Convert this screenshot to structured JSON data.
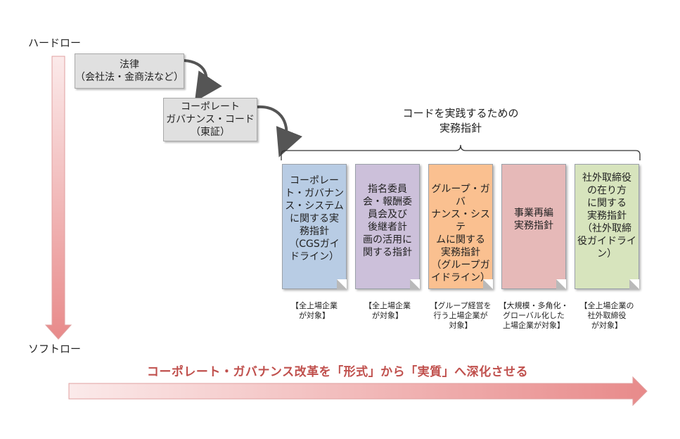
{
  "axis": {
    "top_label": "ハードロー",
    "bottom_label": "ソフトロー"
  },
  "hard_boxes": [
    {
      "lines": [
        "法律",
        "（会社法・金商法など）"
      ]
    },
    {
      "lines": [
        "コーポレート",
        "ガバナンス・コード",
        "（東証）"
      ]
    }
  ],
  "group": {
    "title_lines": [
      "コードを実践するための",
      "実務指針"
    ]
  },
  "cards": [
    {
      "lines": [
        "コーポレー",
        "ト・ガバナン",
        "ス・システム",
        "に関する実",
        "務指針",
        "（CGSガイ",
        "ドライン）"
      ],
      "color": "#b8cce4",
      "note_lines": [
        "【全上場企業",
        "が対象】"
      ]
    },
    {
      "lines": [
        "指名委員",
        "会・報酬委",
        "員会及び",
        "後継者計",
        "画の活用に",
        "関する指針"
      ],
      "color": "#ccc0da",
      "note_lines": [
        "【全上場企業",
        "が対象】"
      ]
    },
    {
      "lines": [
        "グループ・ガバ",
        "ナンス・システ",
        "ムに関する",
        "実務指針",
        "（グループガ",
        "イドライン）"
      ],
      "color": "#fac090",
      "note_lines": [
        "【グループ経営を",
        "行う上場企業が",
        "対象】"
      ]
    },
    {
      "lines": [
        "事業再編",
        "実務指針"
      ],
      "color": "#e6b9b8",
      "note_lines": [
        "【大規模・多角化・",
        "グローバル化した",
        "上場企業が対象】"
      ]
    },
    {
      "lines": [
        "社外取締役",
        "の在り方",
        "に関する",
        "実務指針",
        "（社外取締",
        "役ガイドライ",
        "ン）"
      ],
      "color": "#d7e4bd",
      "note_lines": [
        "【全上場企業の",
        "社外取締役",
        "が対象】"
      ]
    }
  ],
  "headline": "コーポレート・ガバナンス改革を「形式」から「実質」へ深化させる",
  "colors": {
    "arrow": "#e07b7b",
    "headline": "#c0504d"
  }
}
